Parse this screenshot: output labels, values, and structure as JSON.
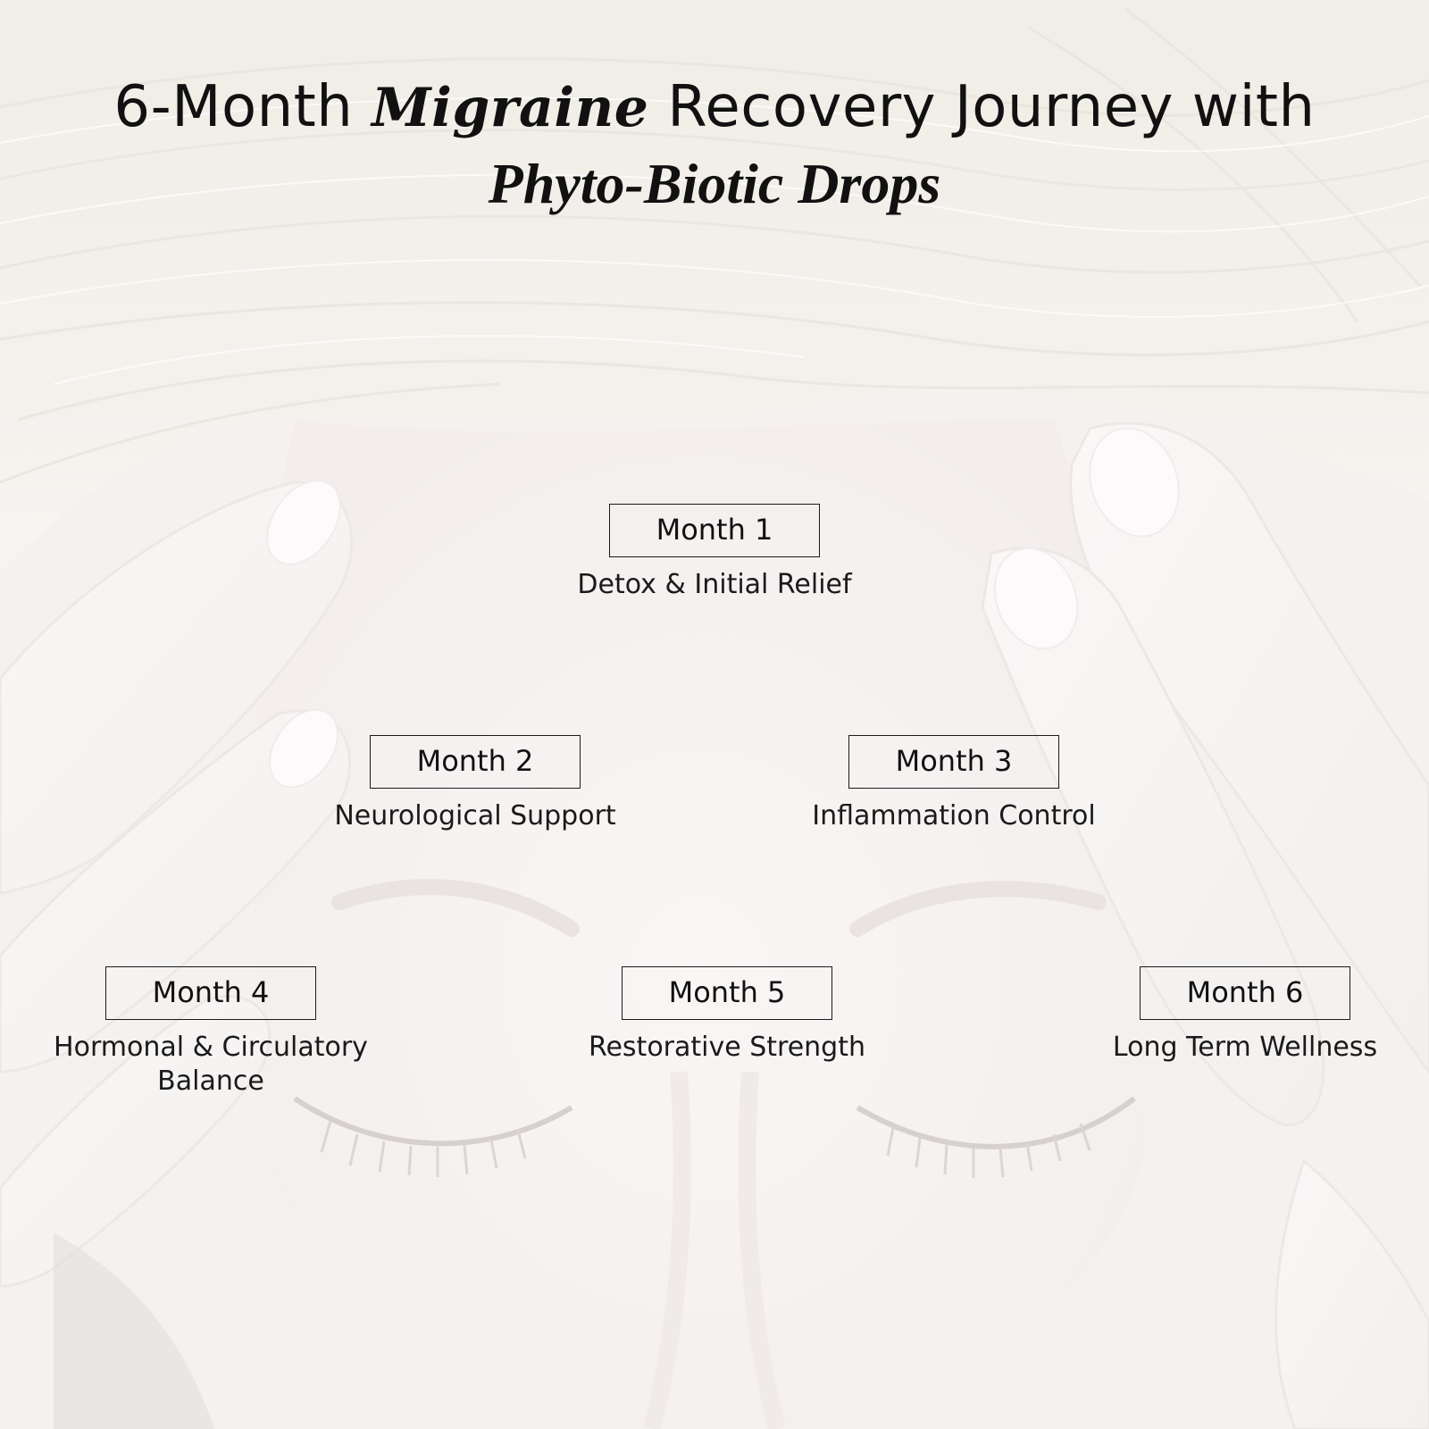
{
  "title": {
    "line1_part1": "6-Month",
    "line1_emphasis": "Migraine",
    "line1_part2": "Recovery Journey with",
    "line2": "Phyto-Biotic Drops"
  },
  "stages": [
    {
      "label": "Month 1",
      "description": "Detox & Initial Relief"
    },
    {
      "label": "Month 2",
      "description": "Neurological Support"
    },
    {
      "label": "Month 3",
      "description": "Inflammation Control"
    },
    {
      "label": "Month 4",
      "description": "Hormonal & Circulatory Balance"
    },
    {
      "label": "Month 5",
      "description": "Restorative Strength"
    },
    {
      "label": "Month 6",
      "description": "Long Term Wellness"
    }
  ],
  "background": {
    "image_subject": "faded-photo-person-holding-temples",
    "tint": "#f2eeec"
  }
}
